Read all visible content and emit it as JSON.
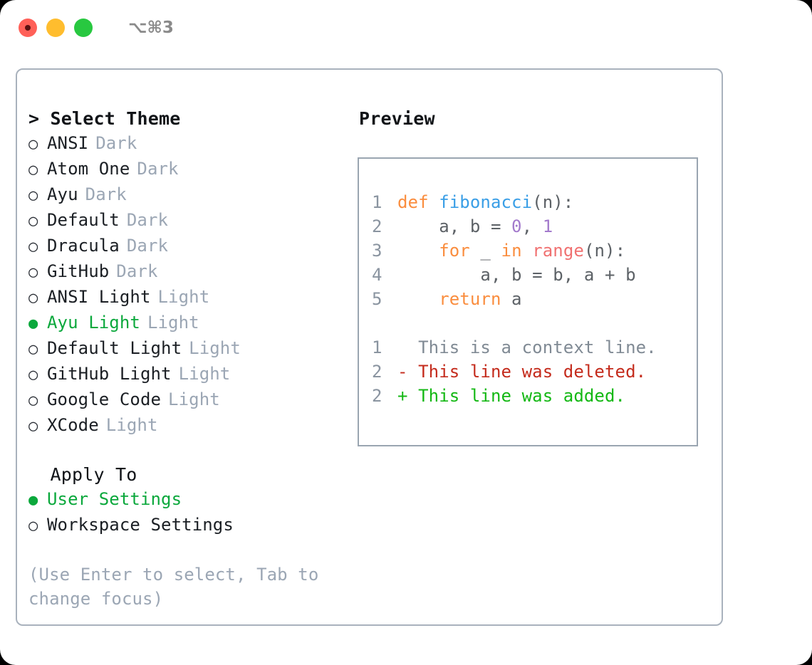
{
  "window": {
    "shortcut": "⌥⌘3",
    "traffic_lights": [
      {
        "name": "close",
        "color": "#ff6058"
      },
      {
        "name": "minimize",
        "color": "#ffbd2e"
      },
      {
        "name": "zoom",
        "color": "#28c840"
      }
    ]
  },
  "theme_picker": {
    "header": "> Select Theme",
    "items": [
      {
        "bullet": "○",
        "name": "ANSI",
        "tag": "Dark",
        "selected": false
      },
      {
        "bullet": "○",
        "name": "Atom One",
        "tag": "Dark",
        "selected": false
      },
      {
        "bullet": "○",
        "name": "Ayu",
        "tag": "Dark",
        "selected": false
      },
      {
        "bullet": "○",
        "name": "Default",
        "tag": "Dark",
        "selected": false
      },
      {
        "bullet": "○",
        "name": "Dracula",
        "tag": "Dark",
        "selected": false
      },
      {
        "bullet": "○",
        "name": "GitHub",
        "tag": "Dark",
        "selected": false
      },
      {
        "bullet": "○",
        "name": "ANSI Light",
        "tag": "Light",
        "selected": false
      },
      {
        "bullet": "●",
        "name": "Ayu Light",
        "tag": "Light",
        "selected": true
      },
      {
        "bullet": "○",
        "name": "Default Light",
        "tag": "Light",
        "selected": false
      },
      {
        "bullet": "○",
        "name": "GitHub Light",
        "tag": "Light",
        "selected": false
      },
      {
        "bullet": "○",
        "name": "Google Code",
        "tag": "Light",
        "selected": false
      },
      {
        "bullet": "○",
        "name": "XCode",
        "tag": "Light",
        "selected": false
      }
    ]
  },
  "apply_to": {
    "header": "  Apply To",
    "items": [
      {
        "bullet": "●",
        "name": "User Settings",
        "selected": true
      },
      {
        "bullet": "○",
        "name": "Workspace Settings",
        "selected": false
      }
    ]
  },
  "hint": "(Use Enter to select, Tab to change focus)",
  "preview": {
    "title": "Preview",
    "code_lines": [
      {
        "ln": "1",
        "tokens": [
          {
            "t": "def ",
            "c": "kw"
          },
          {
            "t": "fibonacci",
            "c": "fn"
          },
          {
            "t": "(n):",
            "c": "punc"
          }
        ]
      },
      {
        "ln": "2",
        "tokens": [
          {
            "t": "    a, b = ",
            "c": "txt"
          },
          {
            "t": "0",
            "c": "num"
          },
          {
            "t": ", ",
            "c": "txt"
          },
          {
            "t": "1",
            "c": "num"
          }
        ]
      },
      {
        "ln": "3",
        "tokens": [
          {
            "t": "    ",
            "c": "txt"
          },
          {
            "t": "for",
            "c": "kw"
          },
          {
            "t": " _ ",
            "c": "txt"
          },
          {
            "t": "in",
            "c": "kw"
          },
          {
            "t": " ",
            "c": "txt"
          },
          {
            "t": "range",
            "c": "bi"
          },
          {
            "t": "(n):",
            "c": "punc"
          }
        ]
      },
      {
        "ln": "4",
        "tokens": [
          {
            "t": "        a, b = b, a + b",
            "c": "txt"
          }
        ]
      },
      {
        "ln": "5",
        "tokens": [
          {
            "t": "    ",
            "c": "txt"
          },
          {
            "t": "return",
            "c": "kw"
          },
          {
            "t": " a",
            "c": "txt"
          }
        ]
      }
    ],
    "diff_lines": [
      {
        "ln": "1",
        "marker": "  ",
        "text": "This is a context line.",
        "kind": "ctx"
      },
      {
        "ln": "2",
        "marker": "- ",
        "text": "This line was deleted.",
        "kind": "del"
      },
      {
        "ln": "2",
        "marker": "+ ",
        "text": "This line was added.",
        "kind": "add"
      }
    ]
  },
  "colors": {
    "accent_green": "#0ba83c",
    "muted": "#9ba6b4",
    "border": "#a9b2bd",
    "preview_border": "#9aa5b1",
    "diff_add": "#14b814",
    "diff_del": "#c42b1c",
    "syntax_keyword": "#fa8d3e",
    "syntax_function": "#399ee6",
    "syntax_number": "#a37acc",
    "syntax_builtin": "#f07171",
    "syntax_text": "#5c6166"
  }
}
